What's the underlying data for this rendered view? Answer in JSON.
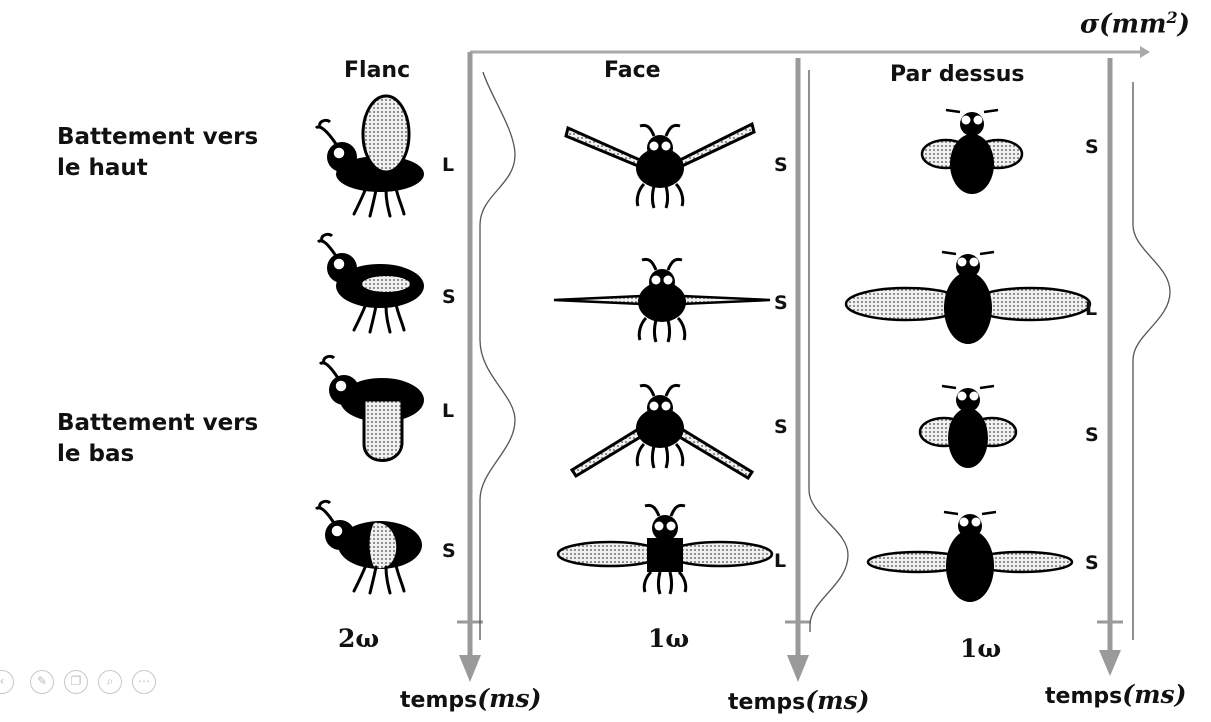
{
  "row_labels": {
    "up": [
      "Battement vers",
      "le haut"
    ],
    "down": [
      "Battement vers",
      "le bas"
    ]
  },
  "views": [
    {
      "title": "Flanc",
      "letters": [
        "L",
        "S",
        "L",
        "S"
      ],
      "frequency": "2ω"
    },
    {
      "title": "Face",
      "letters": [
        "S",
        "S",
        "S",
        "L"
      ],
      "frequency": "1ω"
    },
    {
      "title": "Par dessus",
      "letters": [
        "S",
        "L",
        "S",
        "S"
      ],
      "frequency": "1ω"
    }
  ],
  "axis_labels": {
    "time": "temps",
    "time_unit": "ms",
    "cross_section_symbol": "σ",
    "cross_section_unit": "mm",
    "cross_section_exp": "2"
  },
  "colors": {
    "axis": "#999999",
    "ink": "#000000",
    "wing_fill": "#cfcfcf"
  },
  "icons": [
    "pencil-icon",
    "copy-icon",
    "zoom-icon",
    "more-icon"
  ]
}
